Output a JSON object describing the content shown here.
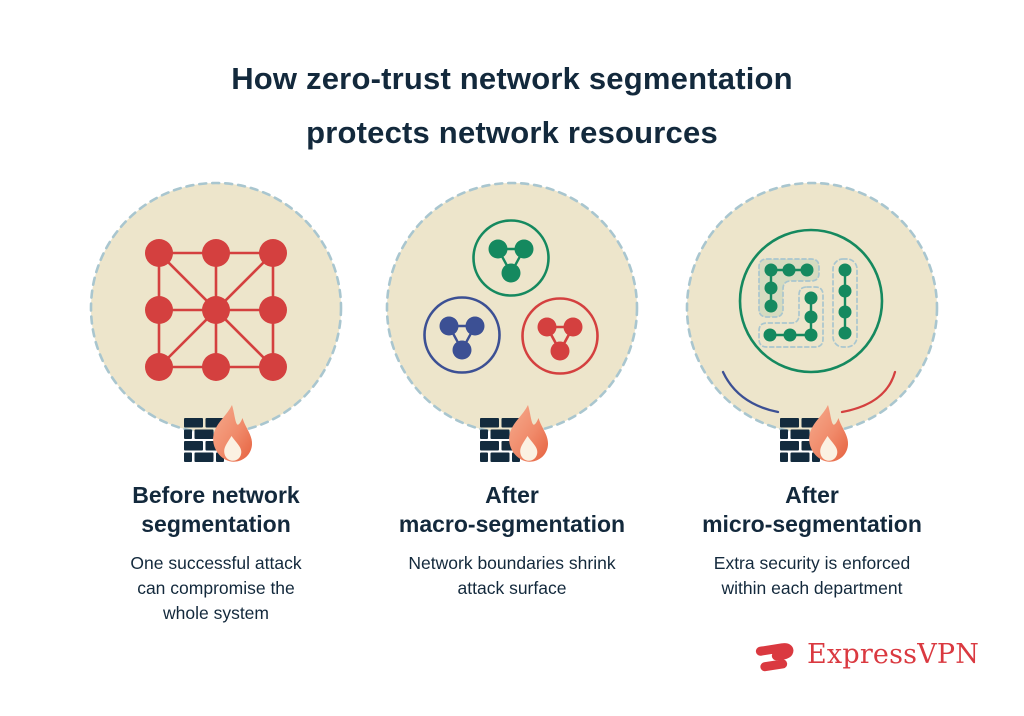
{
  "title": {
    "line1": "How zero-trust network segmentation",
    "line2": "protects network resources"
  },
  "panels": [
    {
      "id": "before-segmentation",
      "heading_lines": [
        "Before network",
        "segmentation"
      ],
      "desc_lines": [
        "One successful attack",
        "can compromise the",
        "whole system"
      ]
    },
    {
      "id": "macro-segmentation",
      "heading_lines": [
        "After",
        "macro-segmentation"
      ],
      "desc_lines": [
        "Network boundaries shrink",
        "attack surface"
      ]
    },
    {
      "id": "micro-segmentation",
      "heading_lines": [
        "After",
        "micro-segmentation"
      ],
      "desc_lines": [
        "Extra security is enforced",
        "within each department"
      ]
    }
  ],
  "brand": {
    "name": "ExpressVPN"
  },
  "icons": [
    "firewall-brick-icon",
    "flame-icon",
    "mesh-network-icon",
    "segment-cluster-icon",
    "micro-segment-zones-icon",
    "expressvpn-logomark-icon"
  ],
  "colors": {
    "navy": "#13293c",
    "red": "#d4403f",
    "green": "#15895f",
    "blue": "#3c5094",
    "beige": "#ede5cb",
    "dash": "#a9c6cf",
    "brick": "#132b3e",
    "logored": "#da3940",
    "flame1": "#f5a589",
    "flame2": "#ea6a49",
    "flamein": "#fbf1e2",
    "bg": "#ffffff"
  }
}
